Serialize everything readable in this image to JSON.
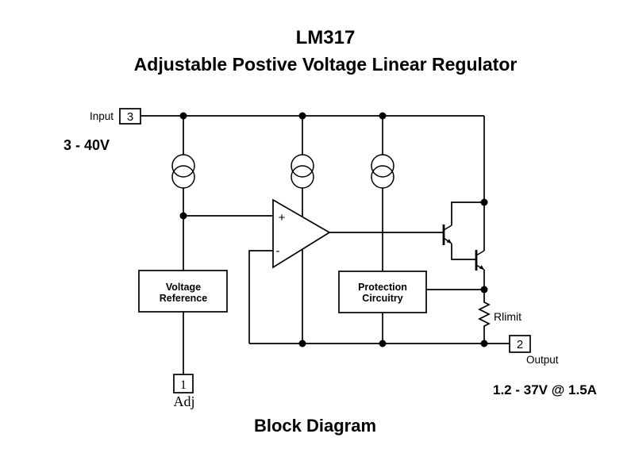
{
  "title": {
    "part": "LM317",
    "subtitle": "Adjustable Postive Voltage Linear Regulator"
  },
  "caption": "Block Diagram",
  "pins": {
    "input": {
      "label": "Input",
      "number": "3",
      "rating": "3 - 40V"
    },
    "output": {
      "label": "Output",
      "number": "2",
      "rating": "1.2 - 37V @ 1.5A"
    },
    "adjust": {
      "label": "Adj",
      "number": "1"
    }
  },
  "blocks": {
    "voltage_reference": {
      "line1": "Voltage",
      "line2": "Reference"
    },
    "protection_circuitry": {
      "line1": "Protection",
      "line2": "Circuitry"
    }
  },
  "opamp": {
    "noninverting_label": "+",
    "inverting_label": "-"
  },
  "resistor": {
    "label": "Rlimit"
  },
  "colors": {
    "ink": "#000000",
    "background": "#ffffff"
  }
}
